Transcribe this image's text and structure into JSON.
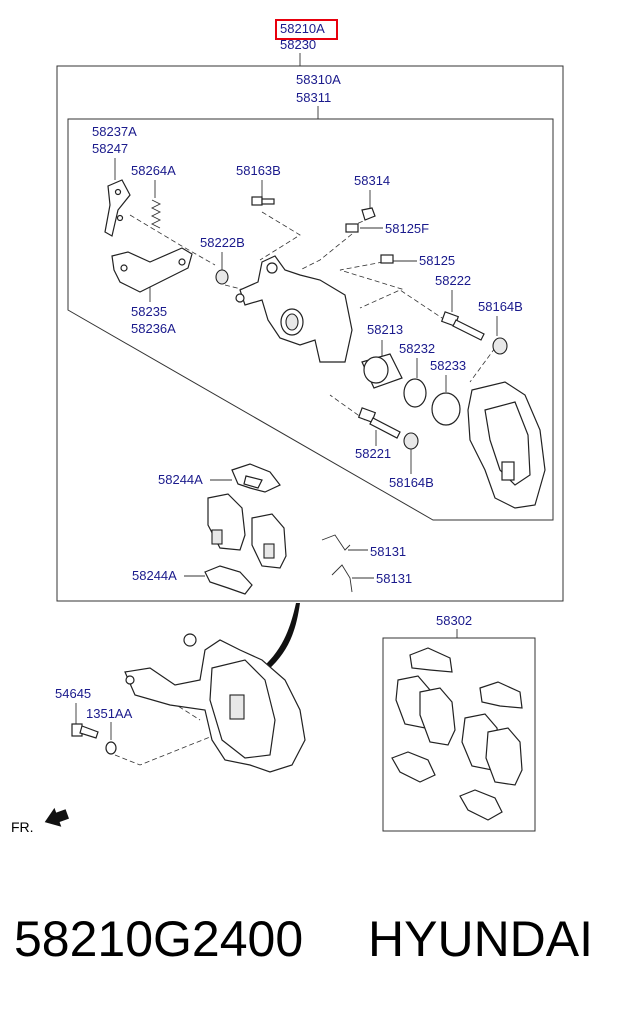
{
  "diagram": {
    "labels": {
      "top_code_a": "58210A",
      "top_code_b": "58230",
      "assy_a": "58310A",
      "assy_b": "58311",
      "p58237a": "58237A",
      "p58247": "58247",
      "p58264a": "58264A",
      "p58163b": "58163B",
      "p58314": "58314",
      "p58125f": "58125F",
      "p58222b": "58222B",
      "p58125": "58125",
      "p58222": "58222",
      "p58164b_top": "58164B",
      "p58235": "58235",
      "p58236a": "58236A",
      "p58213": "58213",
      "p58232": "58232",
      "p58233": "58233",
      "p58221": "58221",
      "p58164b_bottom": "58164B",
      "p58244a_top": "58244A",
      "p58131_top": "58131",
      "p58244a_bottom": "58244A",
      "p58131_bottom": "58131",
      "p58302": "58302",
      "p54645": "54645",
      "p1351aa": "1351AA",
      "fr": "FR."
    },
    "highlight_color": "#e8000d",
    "label_color": "#1a1a8c"
  },
  "footer": {
    "part_number": "58210G2400",
    "brand": "HYUNDAI"
  }
}
